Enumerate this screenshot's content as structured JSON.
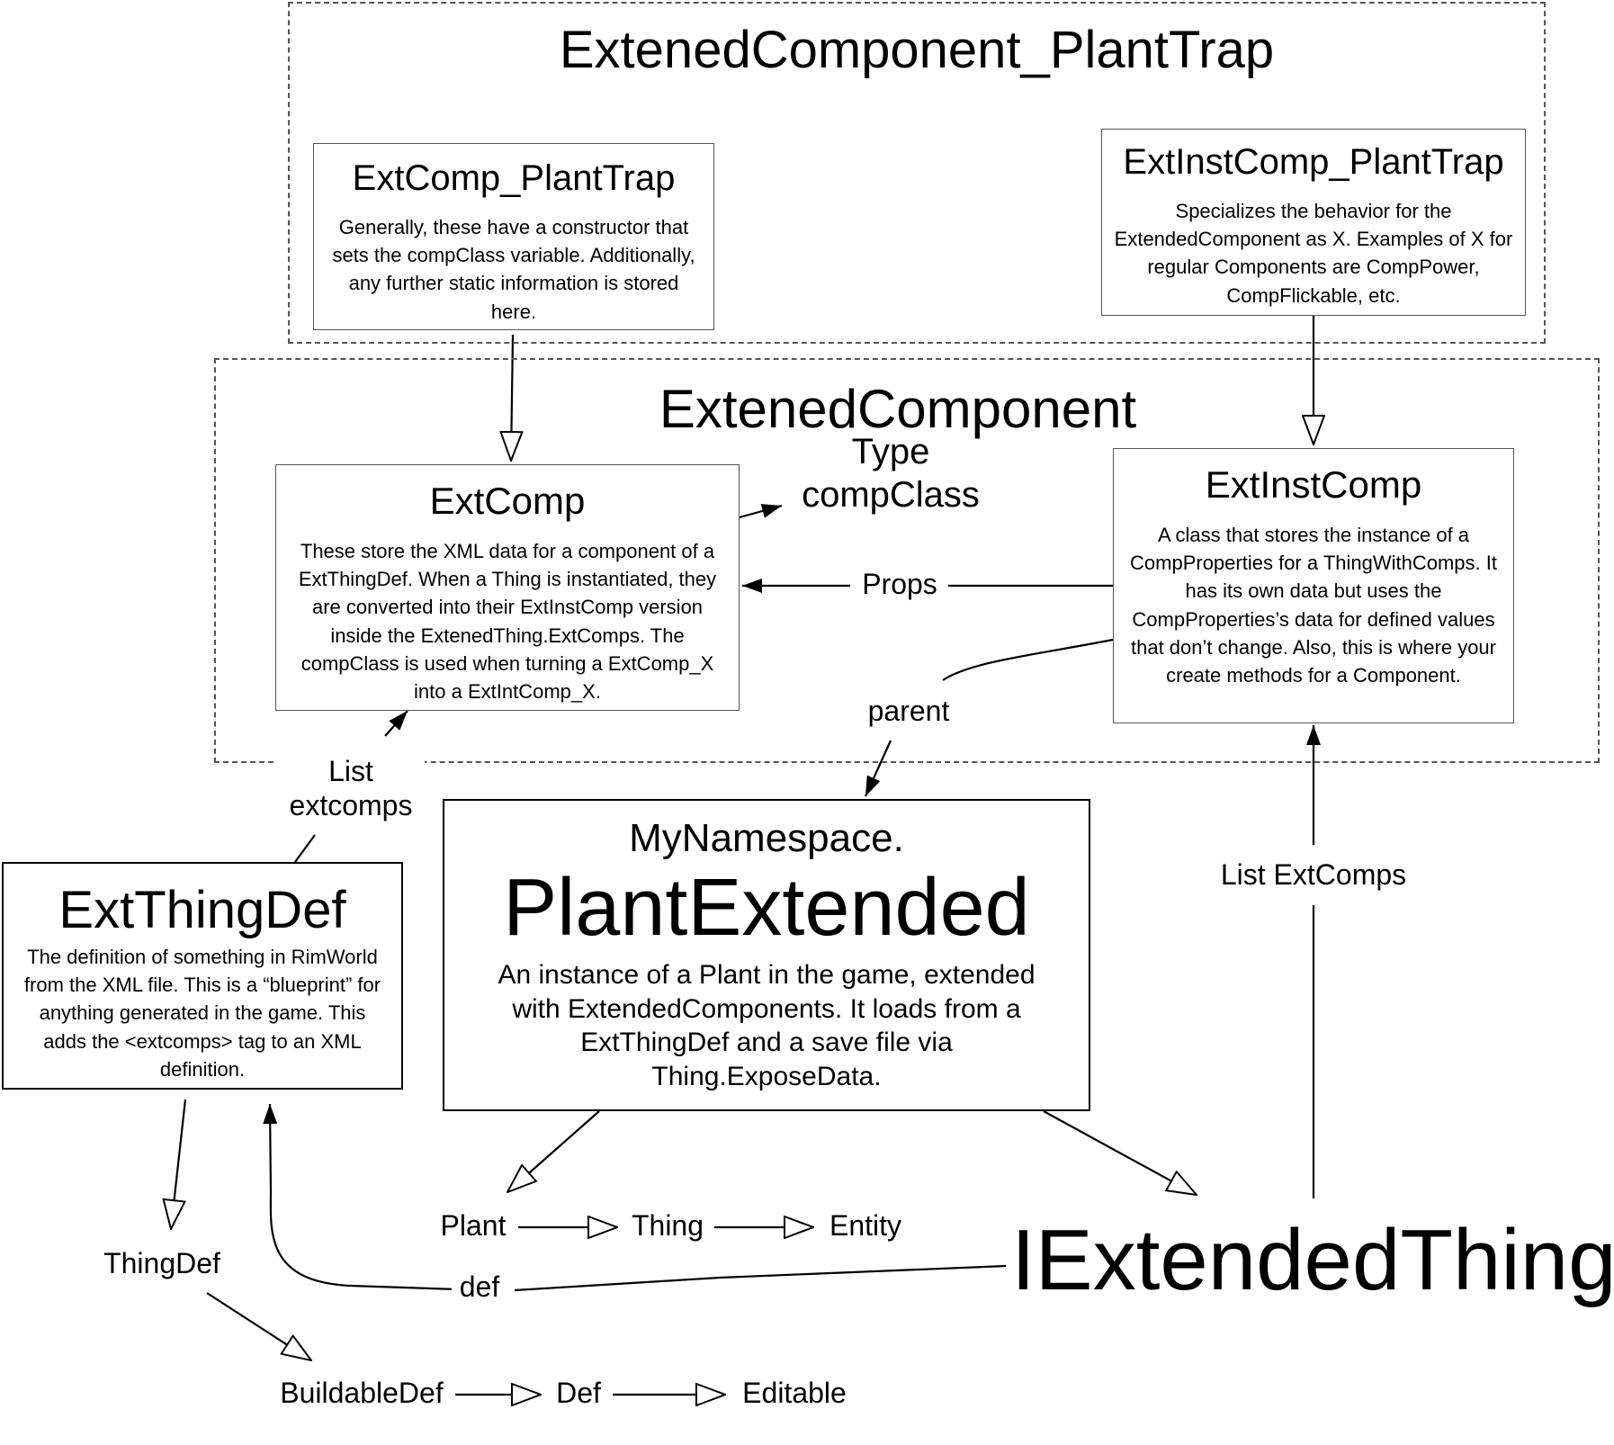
{
  "groups": {
    "plant_trap": {
      "title": "ExtenedComponent_PlantTrap"
    },
    "extended_component": {
      "title": "ExtenedComponent"
    }
  },
  "nodes": {
    "extcomp_planttrap": {
      "title": "ExtComp_PlantTrap",
      "desc": "Generally, these have a constructor that sets the compClass variable. Additionally, any further static information is stored here."
    },
    "extinstcomp_planttrap": {
      "title": "ExtInstComp_PlantTrap",
      "desc": "Specializes the behavior for the ExtendedComponent as X. Examples of X for regular Components are CompPower, CompFlickable, etc."
    },
    "extcomp": {
      "title": "ExtComp",
      "desc": "These store the XML data for a component of a ExtThingDef. When a Thing is instantiated, they are converted into their ExtInstComp version inside the ExtenedThing.ExtComps. The compClass is used when turning a ExtComp_X into a ExtIntComp_X."
    },
    "extinstcomp": {
      "title": "ExtInstComp",
      "desc": "A class that stores the instance of a CompProperties for a ThingWithComps. It has its own data but uses the CompProperties’s data for defined values that don’t change. Also, this is where your create methods for a Component."
    },
    "extthingdef": {
      "title": "ExtThingDef",
      "desc": "The definition of something in RimWorld from the XML file. This is a “blueprint” for anything generated in the game. This adds the <extcomps> tag to an XML definition."
    },
    "plantextended": {
      "namespace": "MyNamespace.",
      "title": "PlantExtended",
      "desc": "An instance of a Plant in the game, extended with ExtendedComponents. It loads from a ExtThingDef and a save file via Thing.ExposeData."
    }
  },
  "labels": {
    "type_compclass_line1": "Type",
    "type_compclass_line2": "compClass",
    "props": "Props",
    "parent": "parent",
    "list_extcomps_lower_line1": "List",
    "list_extcomps_lower_line2": "extcomps",
    "list_extcomps_upper": "List ExtComps",
    "def": "def",
    "iextendedthing": "IExtendedThing",
    "plant": "Plant",
    "thing": "Thing",
    "entity": "Entity",
    "thingdef": "ThingDef",
    "buildabledef": "BuildableDef",
    "def_class": "Def",
    "editable": "Editable"
  },
  "colors": {
    "stroke": "#000000",
    "box_border": "#555555",
    "background": "#ffffff"
  }
}
